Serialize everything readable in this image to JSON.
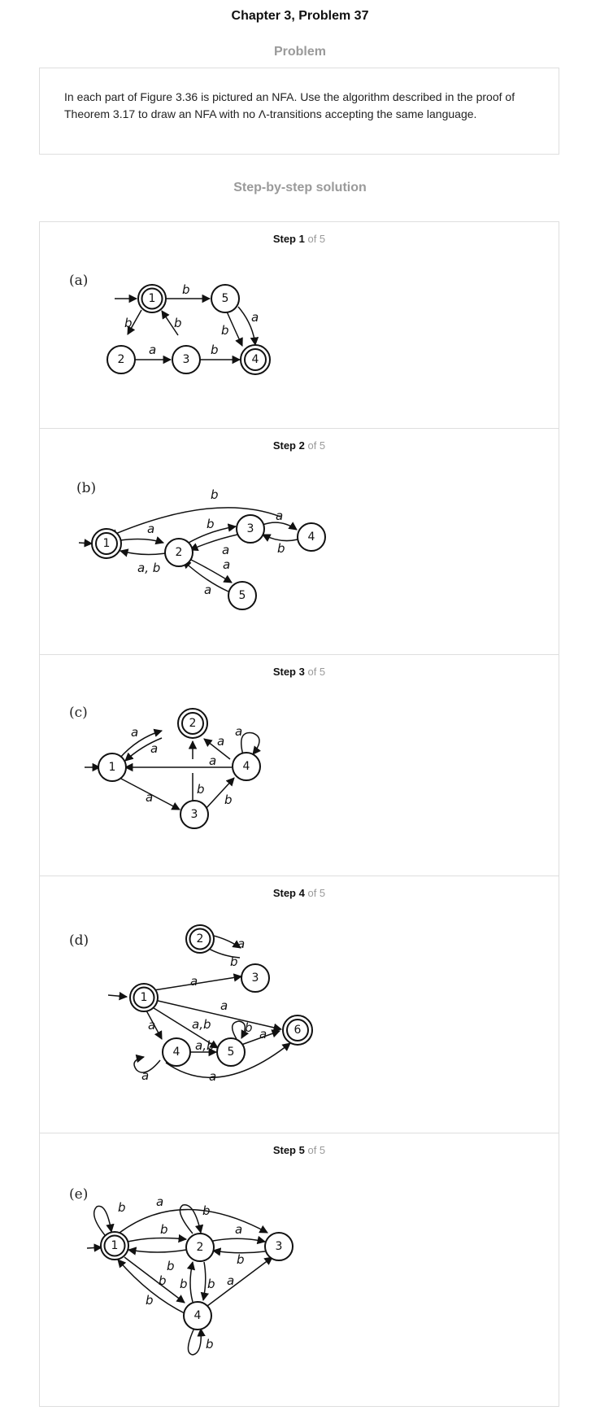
{
  "header": {
    "title": "Chapter 3, Problem 37"
  },
  "problem": {
    "heading": "Problem",
    "text": "In each part of Figure 3.36 is pictured an NFA. Use the algorithm described in the proof of Theorem 3.17 to draw an NFA with no Λ-transitions accepting the same language."
  },
  "solution": {
    "heading": "Step-by-step solution",
    "steps": [
      {
        "label": "Step 1",
        "of": "of 5",
        "part": "(a)"
      },
      {
        "label": "Step 2",
        "of": "of 5",
        "part": "(b)"
      },
      {
        "label": "Step 3",
        "of": "of 5",
        "part": "(c)"
      },
      {
        "label": "Step 4",
        "of": "of 5",
        "part": "(d)"
      },
      {
        "label": "Step 5",
        "of": "of 5",
        "part": "(e)"
      }
    ]
  },
  "figures": {
    "a": {
      "states": [
        "1",
        "2",
        "3",
        "4",
        "5"
      ],
      "labels": [
        "b",
        "b",
        "b",
        "a",
        "b",
        "b",
        "a"
      ]
    },
    "b": {
      "states": [
        "1",
        "2",
        "3",
        "4",
        "5"
      ],
      "labels": [
        "b",
        "a",
        "a, b",
        "b",
        "a",
        "a",
        "a",
        "a",
        "b"
      ]
    },
    "c": {
      "states": [
        "1",
        "2",
        "3",
        "4"
      ],
      "labels": [
        "a",
        "a",
        "a",
        "a",
        "a",
        "b",
        "a",
        "b"
      ]
    },
    "d": {
      "states": [
        "1",
        "2",
        "3",
        "4",
        "5",
        "6"
      ],
      "labels": [
        "a",
        "b",
        "a",
        "a",
        "a,b",
        "a",
        "a,b",
        "b",
        "a",
        "a"
      ]
    },
    "e": {
      "states": [
        "1",
        "2",
        "3",
        "4"
      ],
      "labels": [
        "b",
        "a",
        "b",
        "b",
        "b",
        "a",
        "b",
        "b",
        "b",
        "b",
        "b",
        "a",
        "b"
      ]
    }
  }
}
